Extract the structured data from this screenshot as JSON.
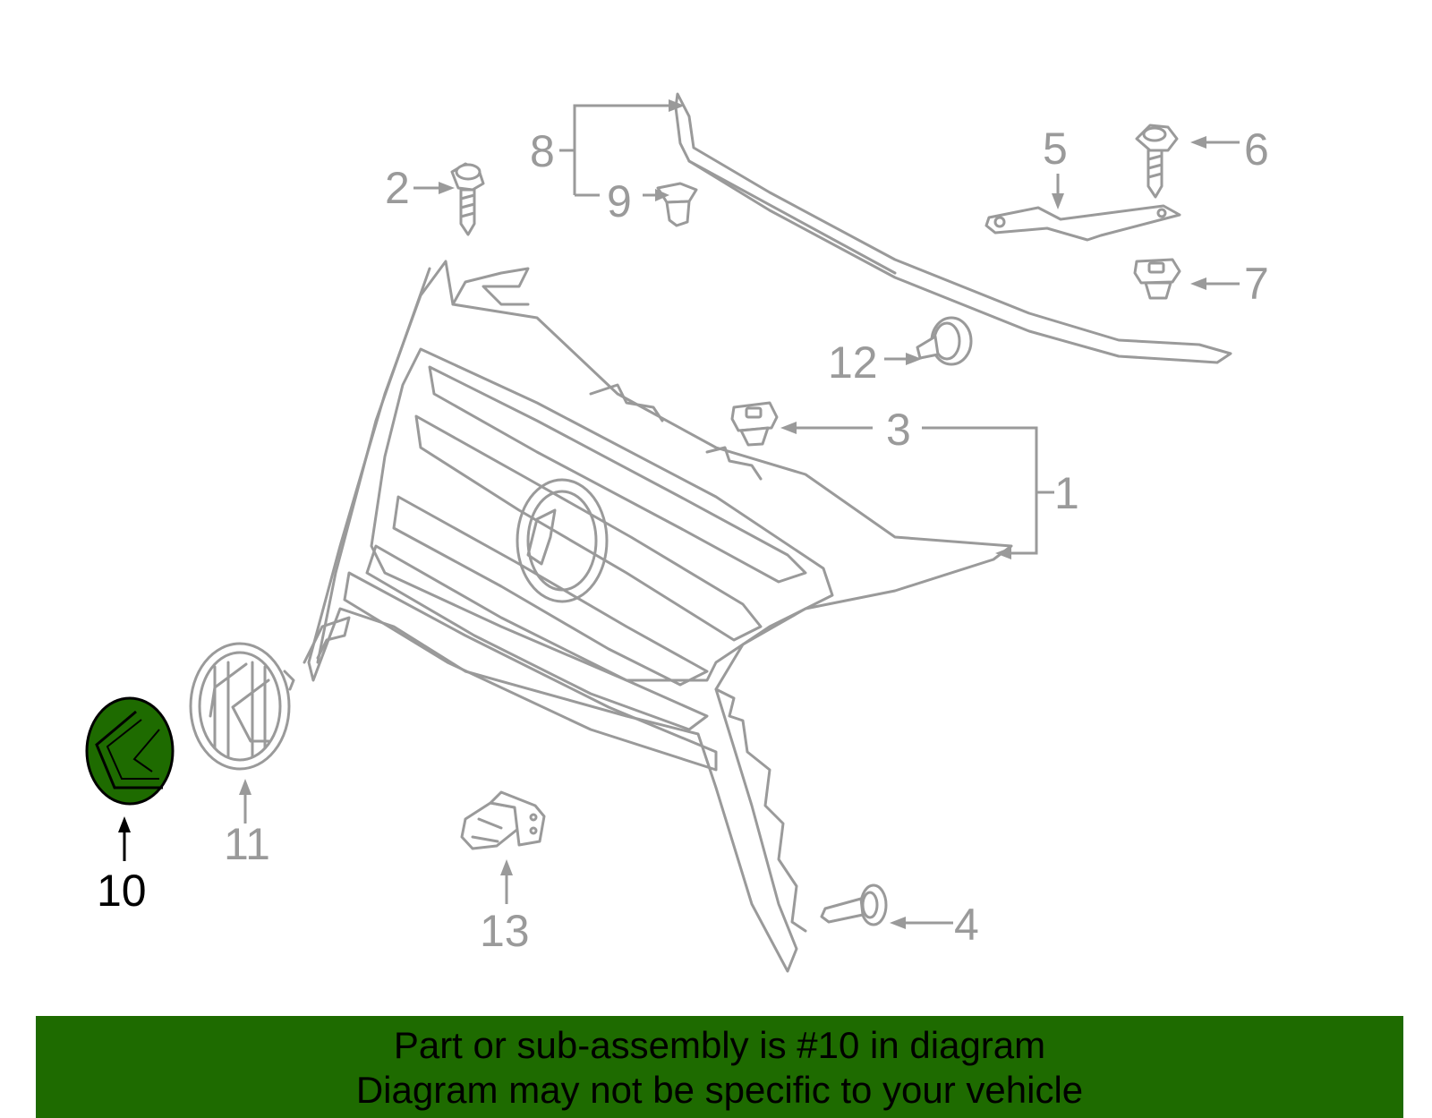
{
  "diagram": {
    "callouts": [
      {
        "id": "1",
        "label": "1"
      },
      {
        "id": "2",
        "label": "2"
      },
      {
        "id": "3",
        "label": "3"
      },
      {
        "id": "4",
        "label": "4"
      },
      {
        "id": "5",
        "label": "5"
      },
      {
        "id": "6",
        "label": "6"
      },
      {
        "id": "7",
        "label": "7"
      },
      {
        "id": "8",
        "label": "8"
      },
      {
        "id": "9",
        "label": "9"
      },
      {
        "id": "10",
        "label": "10",
        "highlighted": true
      },
      {
        "id": "11",
        "label": "11"
      },
      {
        "id": "12",
        "label": "12"
      },
      {
        "id": "13",
        "label": "13"
      }
    ],
    "highlighted_part": "10",
    "colors": {
      "line": "#9a9a9a",
      "highlight_fill": "#1e6b00",
      "highlight_text": "#000000"
    }
  },
  "banner": {
    "line1": "Part or sub-assembly is #10 in diagram",
    "line2": "Diagram may not be specific to your vehicle",
    "background": "#1e6b00"
  }
}
